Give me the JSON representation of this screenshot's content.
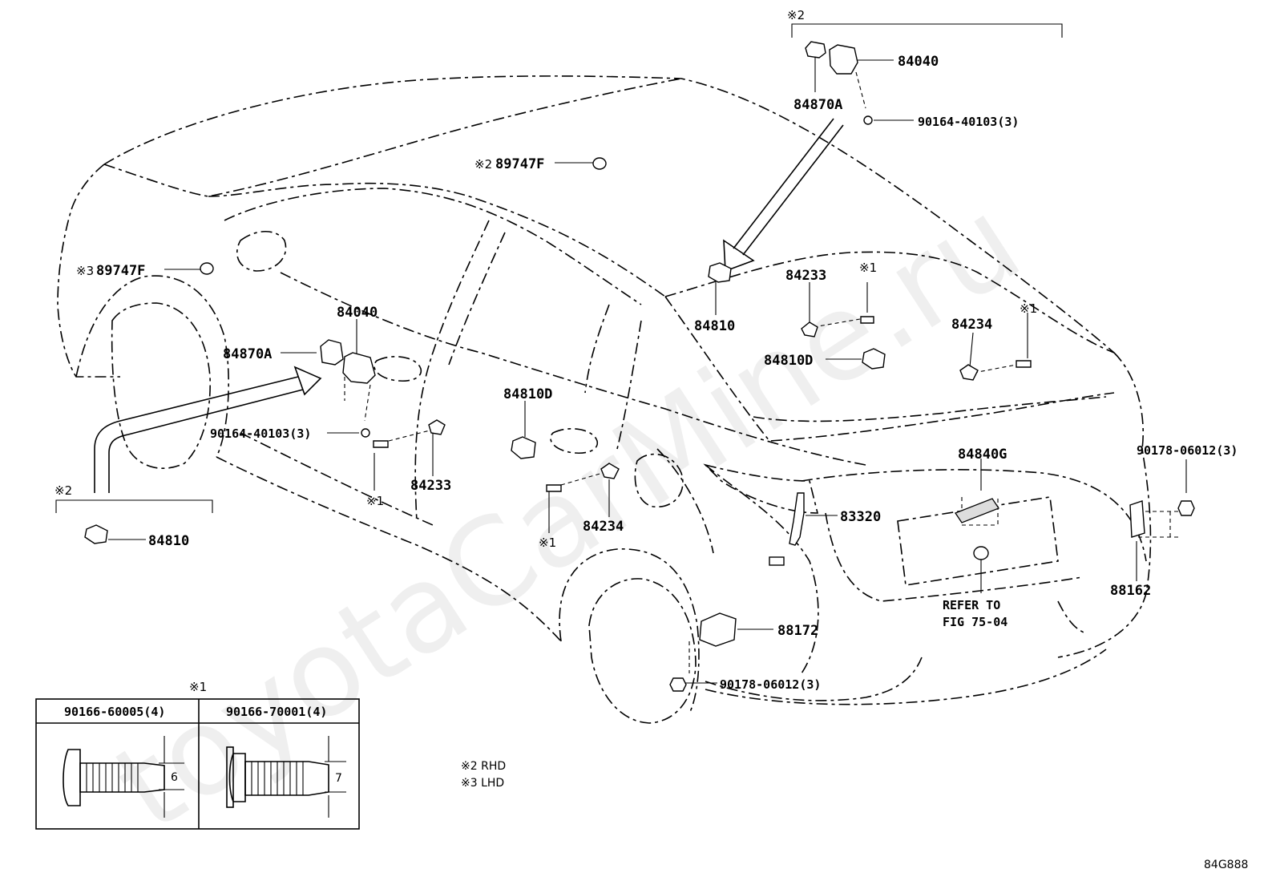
{
  "watermark": "toyotaCarMine.ru",
  "diagram_code": "84G888",
  "notes": {
    "rhd": "※2  RHD",
    "lhd": "※3  LHD"
  },
  "detail_boxes": {
    "top_right_mark": "※2",
    "left_mark": "※2"
  },
  "labels": {
    "p84040_top": "84040",
    "p84870A_top": "84870A",
    "p90164_top": "90164-40103(3)",
    "p89747F_top": "89747F",
    "p89747F_top_mark": "※2",
    "p89747F_left": "89747F",
    "p89747F_left_mark": "※3",
    "p84040_left": "84040",
    "p84870A_left": "84870A",
    "p90164_left": "90164-40103(3)",
    "p84810_mid": "84810",
    "p84233_mid": "84233",
    "p84233_mid_mark": "※1",
    "p84810D_mid": "84810D",
    "p84234_right": "84234",
    "p84234_right_mark": "※1",
    "p84233_left": "84233",
    "p84233_left_mark": "※1",
    "p84810D_left": "84810D",
    "p84234_left": "84234",
    "p84234_left_mark": "※1",
    "p84810_box": "84810",
    "p84840G": "84840G",
    "p83320": "83320",
    "p90178_right": "90178-06012(3)",
    "p88162": "88162",
    "refer_1": "REFER TO",
    "refer_2": "FIG 75-04",
    "p88172": "88172",
    "p90178_bottom": "90178-06012(3)"
  },
  "bolt_table": {
    "mark": "※1",
    "col1_header": "90166-60005(4)",
    "col2_header": "90166-70001(4)",
    "col1_dim": "6",
    "col2_dim": "7"
  }
}
